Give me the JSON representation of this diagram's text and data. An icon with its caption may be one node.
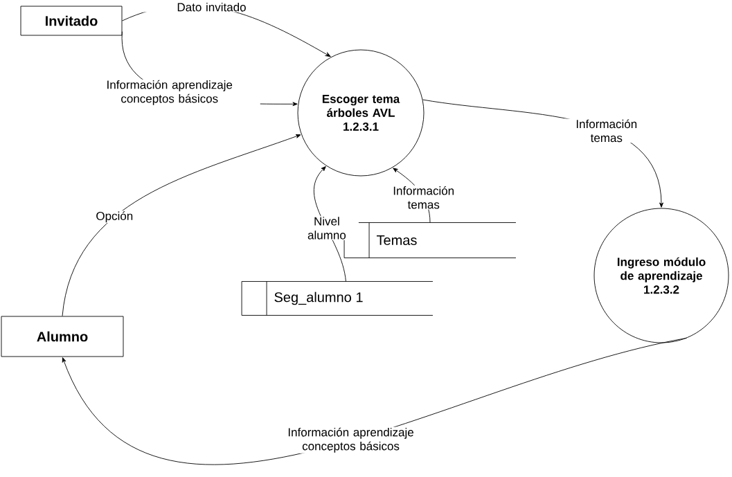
{
  "diagram": {
    "nodes": [
      {
        "text": [
          "Invitado"
        ]
      },
      {
        "text": [
          "Escoger tema árboles AVL",
          "1.2.3.1"
        ]
      },
      {
        "text": [
          "Temas"
        ]
      },
      {
        "text": [
          "Seg_alumno 1"
        ]
      },
      {
        "text": [
          "Alumno"
        ]
      },
      {
        "text": [
          "Ingreso módulo de aprendizaje",
          "1.2.3.2"
        ]
      }
    ],
    "edges": [
      {
        "from": 0,
        "to": 1,
        "arrow": "to",
        "label": "Dato invitado"
      },
      {
        "from": 0,
        "to": 1,
        "arrow": "to",
        "label": "Información aprendizaje conceptos básicos"
      },
      {
        "from": 4,
        "to": 1,
        "arrow": "to",
        "label": "Opción"
      },
      {
        "from": 3,
        "to": 1,
        "arrow": "to",
        "label": "Nivel alumno"
      },
      {
        "from": 2,
        "to": 1,
        "arrow": "to",
        "label": "Información temas"
      },
      {
        "from": 1,
        "to": 5,
        "arrow": "to",
        "label": "Información temas"
      },
      {
        "from": 5,
        "to": 4,
        "arrow": "to",
        "label": "Información aprendizaje conceptos básicos"
      }
    ]
  }
}
